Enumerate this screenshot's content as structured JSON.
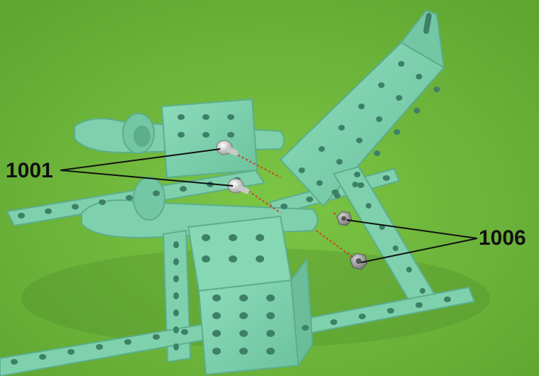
{
  "colors": {
    "background": "#6fb83a",
    "part_fill": "#7fd1ae",
    "part_dark": "#5cae8d",
    "hole": "#3d8068",
    "screw": "#e6e6e6",
    "nut": "#a9a9a9",
    "guide": "#d23b2b",
    "leader": "#111111"
  },
  "callouts": [
    {
      "label": "1001",
      "part": "screw",
      "count": 2
    },
    {
      "label": "1006",
      "part": "nut",
      "count": 2
    }
  ]
}
